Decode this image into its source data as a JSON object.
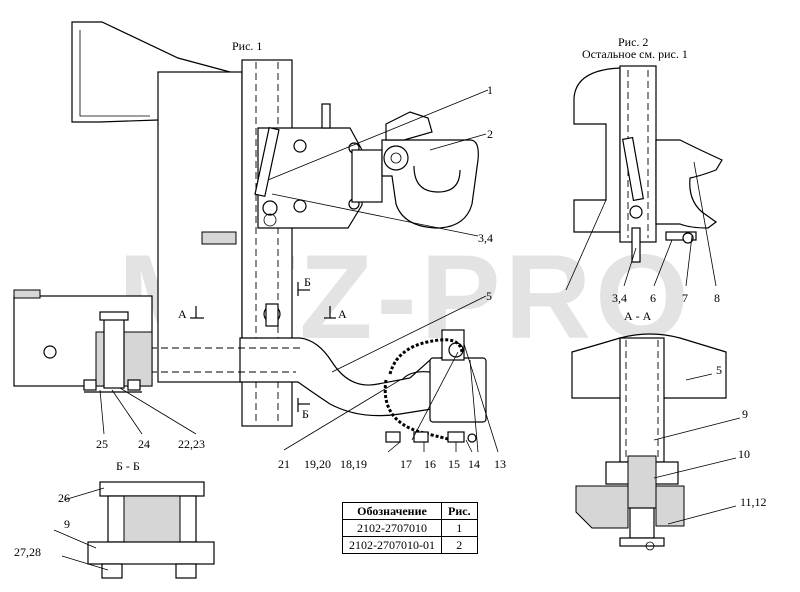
{
  "watermark": "MTZ-PRO",
  "figures": {
    "fig1": "Рис. 1",
    "fig2": "Рис. 2",
    "fig2_note": "Остальное см. рис. 1",
    "section_aa": "А - А",
    "section_bb": "Б - Б"
  },
  "cut_marks": {
    "a_left": "А",
    "a_right": "А",
    "b_top": "Б",
    "b_bottom": "Б"
  },
  "callouts": {
    "c1": "1",
    "c2": "2",
    "c34": "3,4",
    "c5": "5",
    "c13": "13",
    "c14": "14",
    "c15": "15",
    "c16": "16",
    "c17": "17",
    "c1819": "18,19",
    "c1920": "19,20",
    "c21": "21",
    "c2223": "22,23",
    "c24": "24",
    "c25": "25",
    "f2_34": "3,4",
    "f2_6": "6",
    "f2_7": "7",
    "f2_8": "8",
    "aa_5": "5",
    "aa_9": "9",
    "aa_10": "10",
    "aa_1112": "11,12",
    "bb_26": "26",
    "bb_9": "9",
    "bb_2728": "27,28"
  },
  "spec_table": {
    "headers": [
      "Обозначение",
      "Рис."
    ],
    "rows": [
      [
        "2102-2707010",
        "1"
      ],
      [
        "2102-2707010-01",
        "2"
      ]
    ]
  }
}
